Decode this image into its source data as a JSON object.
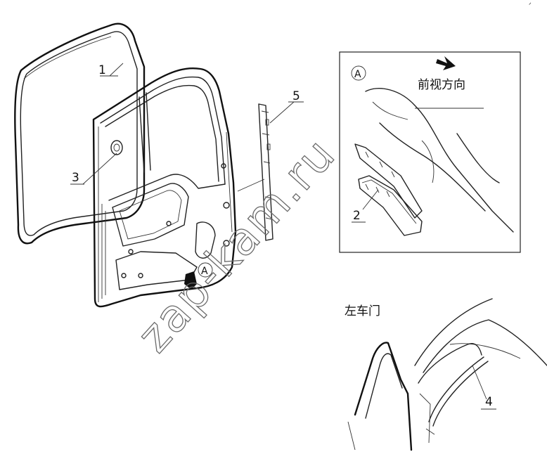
{
  "corner_mark": "ᐟ",
  "callouts": {
    "part1": "1",
    "part2": "2",
    "part3": "3",
    "part4": "4",
    "part5": "5"
  },
  "detail_marker": "A",
  "inset_a": {
    "marker": "A",
    "direction_label": "前视方向"
  },
  "inset_left_door": {
    "label": "左车门"
  },
  "watermark": "zap-kam.ru"
}
